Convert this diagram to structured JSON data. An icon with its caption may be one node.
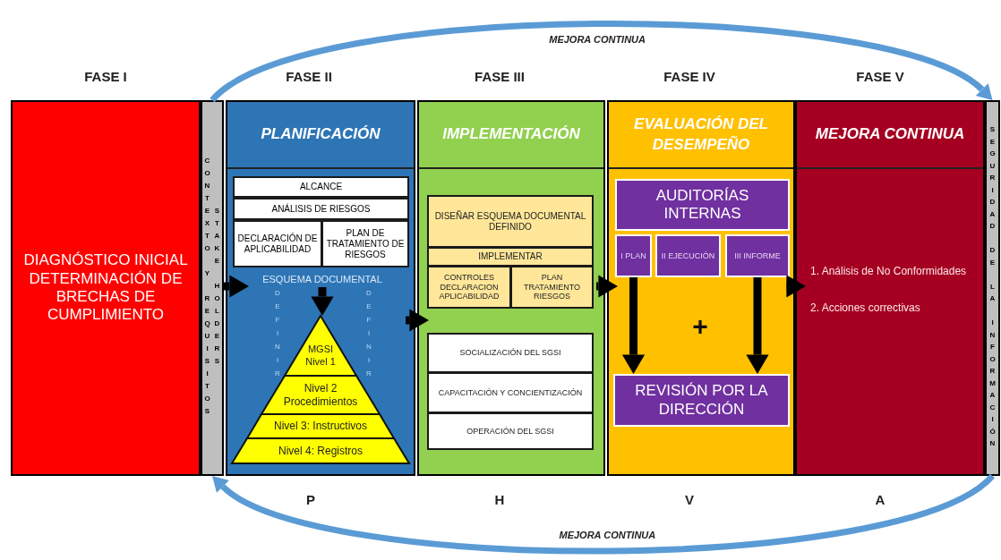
{
  "diagram": {
    "nodes": [
      {
        "text": [
          "DIAGNÓSTICO INICIAL DETERMINACIÓN DE BRECHAS DE CUMPLIMIENTO"
        ]
      },
      {
        "text": [
          "CONTEXTO Y REQUISITOS",
          "STAKE HOLDERS"
        ]
      },
      {
        "text": [
          "PLANIFICACIÓN"
        ]
      },
      {
        "text": [
          "ALCANCE"
        ],
        "in": 2
      },
      {
        "text": [
          "ANÁLISIS DE RIESGOS"
        ],
        "in": 2
      },
      {
        "text": [
          "DECLARACIÓN DE APLICABILIDAD"
        ],
        "in": 2
      },
      {
        "text": [
          "PLAN DE TRATAMIENTO DE RIESGOS"
        ],
        "in": 2
      },
      {
        "text": [
          "ESQUEMA DOCUMENTAL"
        ],
        "in": 2
      },
      {
        "text": [
          "MGSI Nivel 1"
        ],
        "in": 2
      },
      {
        "text": [
          "Nivel 2 Procedimientos"
        ],
        "in": 2
      },
      {
        "text": [
          "Nivel 3: Instructivos"
        ],
        "in": 2
      },
      {
        "text": [
          "Nivel 4: Registros"
        ],
        "in": 2
      },
      {
        "text": [
          "IMPLEMENTACIÓN"
        ]
      },
      {
        "text": [
          "DISEÑAR ESQUEMA DOCUMENTAL DEFINIDO"
        ],
        "in": 12
      },
      {
        "text": [
          "IMPLEMENTAR"
        ],
        "in": 12
      },
      {
        "text": [
          "CONTROLES DECLARACION APLICABILIDAD"
        ],
        "in": 12
      },
      {
        "text": [
          "PLAN TRATAMIENTO RIESGOS"
        ],
        "in": 12
      },
      {
        "text": [
          "SOCIALIZACIÓN DEL SGSI"
        ],
        "in": 12
      },
      {
        "text": [
          "CAPACITACIÓN Y CONCIENTIZACIÓN"
        ],
        "in": 12
      },
      {
        "text": [
          "OPERACIÓN DEL SGSI"
        ],
        "in": 12
      },
      {
        "text": [
          "EVALUACIÓN DEL DESEMPEÑO"
        ]
      },
      {
        "text": [
          "AUDITORÍAS INTERNAS"
        ],
        "in": 20
      },
      {
        "text": [
          "I PLAN"
        ],
        "in": 20
      },
      {
        "text": [
          "II EJECUCIÓN"
        ],
        "in": 20
      },
      {
        "text": [
          "III INFORME"
        ],
        "in": 20
      },
      {
        "text": [
          "REVISIÓN POR LA DIRECCIÓN"
        ],
        "in": 20
      },
      {
        "text": [
          "MEJORA CONTINUA",
          "1. Análisis de No Conformidades",
          "2. Acciones correctivas"
        ]
      },
      {
        "text": [
          "SEGURIDAD DE LA INFORMACIÓN"
        ]
      }
    ],
    "edges": [
      {
        "from": 1,
        "to": 2,
        "arrow": "to"
      },
      {
        "from": 2,
        "to": 12,
        "arrow": "to"
      },
      {
        "from": 12,
        "to": 20,
        "arrow": "to"
      },
      {
        "from": 20,
        "to": 26,
        "arrow": "to"
      },
      {
        "from": 7,
        "to": 8,
        "arrow": "to"
      },
      {
        "from": 22,
        "to": 25,
        "arrow": "to"
      },
      {
        "from": 24,
        "to": 25,
        "arrow": "to"
      },
      {
        "from": 1,
        "to": 27,
        "arrow": "to",
        "label": "MEJORA CONTINUA",
        "color": "#5b9bd5"
      },
      {
        "from": 27,
        "to": 1,
        "arrow": "to",
        "label": "MEJORA CONTINUA",
        "color": "#5b9bd5"
      }
    ],
    "labels": [
      "FASE I",
      "FASE II",
      "FASE III",
      "FASE IV",
      "FASE V",
      "DEFINIR",
      "DEFINIR",
      "+",
      "P",
      "H",
      "V",
      "A"
    ]
  }
}
